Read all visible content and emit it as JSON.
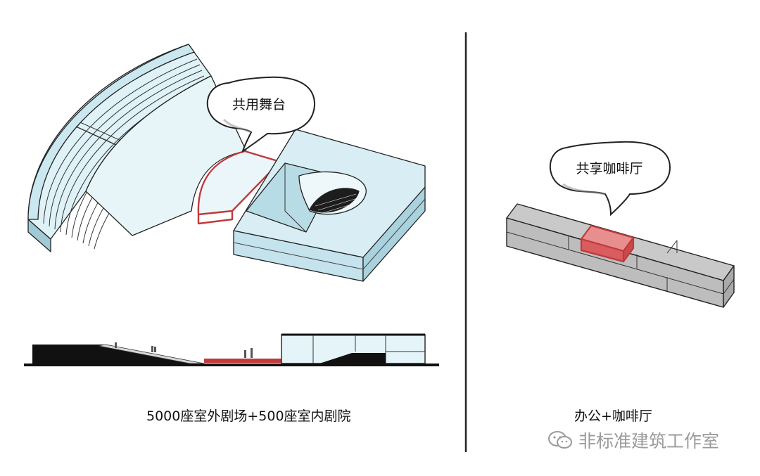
{
  "left_panel": {
    "bubble_label": "共用舞台",
    "caption": "5000座室外剧场+500座室内剧院"
  },
  "right_panel": {
    "bubble_label": "共享咖啡厅",
    "caption": "办公+咖啡厅"
  },
  "watermark": {
    "text": "非标准建筑工作室",
    "icon": "wechat-icon"
  },
  "colors": {
    "glass": "#dff2f7",
    "glass_dark": "#c4e3ec",
    "highlight": "#c0393b",
    "concrete": "#c9c9c9",
    "line": "#222222"
  }
}
